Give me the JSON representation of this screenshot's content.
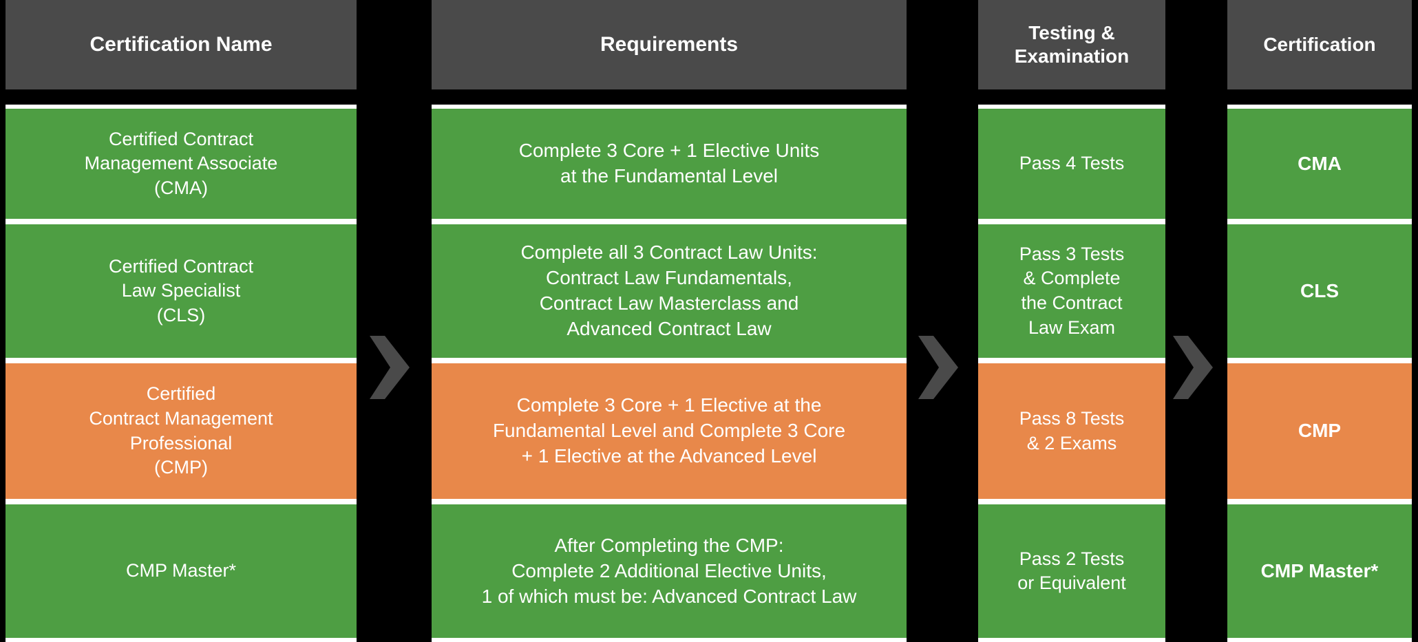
{
  "colors": {
    "header_bg": "#4a4a4a",
    "green": "#4e9e43",
    "orange": "#e8884a",
    "background": "#000000",
    "separator": "#ffffff",
    "text": "#ffffff",
    "chevron": "#4a4a4a"
  },
  "chart_data": {
    "type": "table",
    "title": "",
    "columns": [
      "Certification Name",
      "Requirements",
      "Testing & Examination",
      "Certification"
    ],
    "rows": [
      {
        "highlight": "green",
        "certification_name": "Certified Contract\nManagement Associate\n(CMA)",
        "requirements": "Complete 3 Core + 1 Elective Units\nat the Fundamental Level",
        "testing": "Pass 4 Tests",
        "certification": "CMA"
      },
      {
        "highlight": "green",
        "certification_name": "Certified Contract\nLaw Specialist\n(CLS)",
        "requirements": "Complete all 3 Contract Law Units:\nContract Law Fundamentals,\nContract Law Masterclass and\nAdvanced Contract Law",
        "testing": "Pass 3 Tests\n& Complete\nthe Contract\nLaw Exam",
        "certification": "CLS"
      },
      {
        "highlight": "orange",
        "certification_name": "Certified\nContract Management\nProfessional\n(CMP)",
        "requirements": "Complete 3 Core + 1 Elective at the\nFundamental Level and Complete 3 Core\n+ 1 Elective at the Advanced Level",
        "testing": "Pass 8 Tests\n& 2 Exams",
        "certification": "CMP"
      },
      {
        "highlight": "green",
        "certification_name": "CMP Master*",
        "requirements": "After Completing the CMP:\nComplete 2 Additional Elective Units,\n1 of which must be: Advanced Contract Law",
        "testing": "Pass 2 Tests\nor Equivalent",
        "certification": "CMP Master*"
      }
    ]
  },
  "headers": {
    "certification_name": "Certification Name",
    "requirements": "Requirements",
    "testing": "Testing &\nExamination",
    "certification": "Certification"
  },
  "column_name": {
    "cells": [
      "Certified Contract\nManagement Associate\n(CMA)",
      "Certified Contract\nLaw Specialist\n(CLS)",
      "Certified\nContract Management\nProfessional\n(CMP)",
      "CMP Master*"
    ]
  },
  "column_requirements": {
    "cells": [
      "Complete 3 Core + 1 Elective Units\nat the Fundamental Level",
      "Complete all 3 Contract Law Units:\nContract Law Fundamentals,\nContract Law Masterclass and\nAdvanced Contract Law",
      "Complete 3 Core + 1 Elective at the\nFundamental Level and Complete 3 Core\n+ 1 Elective at the Advanced Level",
      "After Completing the CMP:\nComplete 2 Additional Elective Units,\n1 of which must be: Advanced Contract Law"
    ]
  },
  "column_testing": {
    "cells": [
      "Pass 4 Tests",
      "Pass 3 Tests\n& Complete\nthe Contract\nLaw Exam",
      "Pass 8 Tests\n& 2 Exams",
      "Pass 2 Tests\nor Equivalent"
    ]
  },
  "column_certification": {
    "cells": [
      "CMA",
      "CLS",
      "CMP",
      "CMP Master*"
    ]
  },
  "arrows": {
    "icon": "chevron-right-icon",
    "count": 3
  }
}
